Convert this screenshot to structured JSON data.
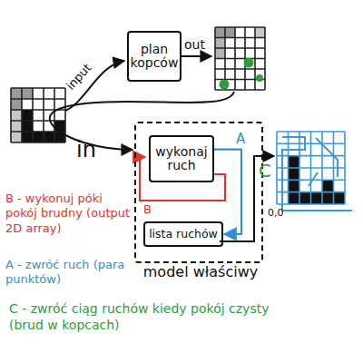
{
  "diagram": {
    "nodes": [
      {
        "text": [
          "plan kopców"
        ]
      },
      {
        "text": [
          "model właściwy"
        ]
      },
      {
        "text": [
          "wykonaj ruch"
        ],
        "in": 1
      },
      {
        "text": [
          "lista ruchów"
        ],
        "in": 1
      }
    ],
    "edges": [
      {
        "from": 2,
        "to": 3,
        "label": "A",
        "arrow": "to"
      }
    ],
    "labels": [
      "input",
      "out",
      "in",
      "B",
      "C",
      "0,0",
      "B - wykonuj póki pokój brudny (output 2D array)",
      "A - zwróć ruch (para punktów)",
      "C - zwróć ciąg ruchów kiedy pokój czysty (brud w kopcach)"
    ]
  }
}
